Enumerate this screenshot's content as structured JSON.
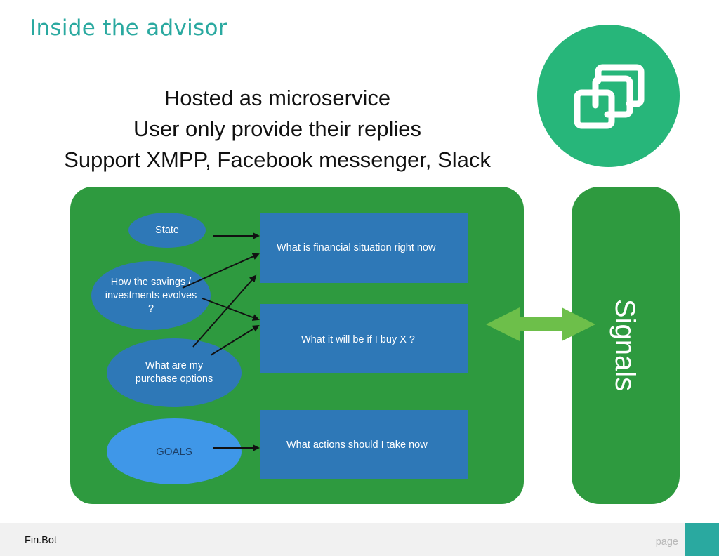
{
  "header": {
    "title": "Inside the advisor"
  },
  "intro": {
    "lines": [
      "Hosted as microservice",
      "User only provide their replies",
      "Support XMPP, Facebook messenger, Slack"
    ]
  },
  "diagram": {
    "ovals": {
      "state": "State",
      "savings": "How the savings / investments evolves ?",
      "purchase": "What are my purchase options",
      "goals": "GOALS"
    },
    "boxes": {
      "financial": "What is financial situation right now",
      "buy": "What it will be if I buy X ?",
      "actions": "What actions should I take now"
    },
    "signals": "Signals"
  },
  "footer": {
    "left": "Fin.Bot",
    "right": "page"
  },
  "colors": {
    "accent": "#2aa9a0",
    "logo_circle": "#27b67a",
    "panel_green": "#2e9a3f",
    "node_blue": "#2e78b7",
    "goals_blue": "#3f97e8",
    "arrow_green": "#6dbf4a"
  },
  "icons": {
    "logo": "overlapping-squares-icon"
  }
}
